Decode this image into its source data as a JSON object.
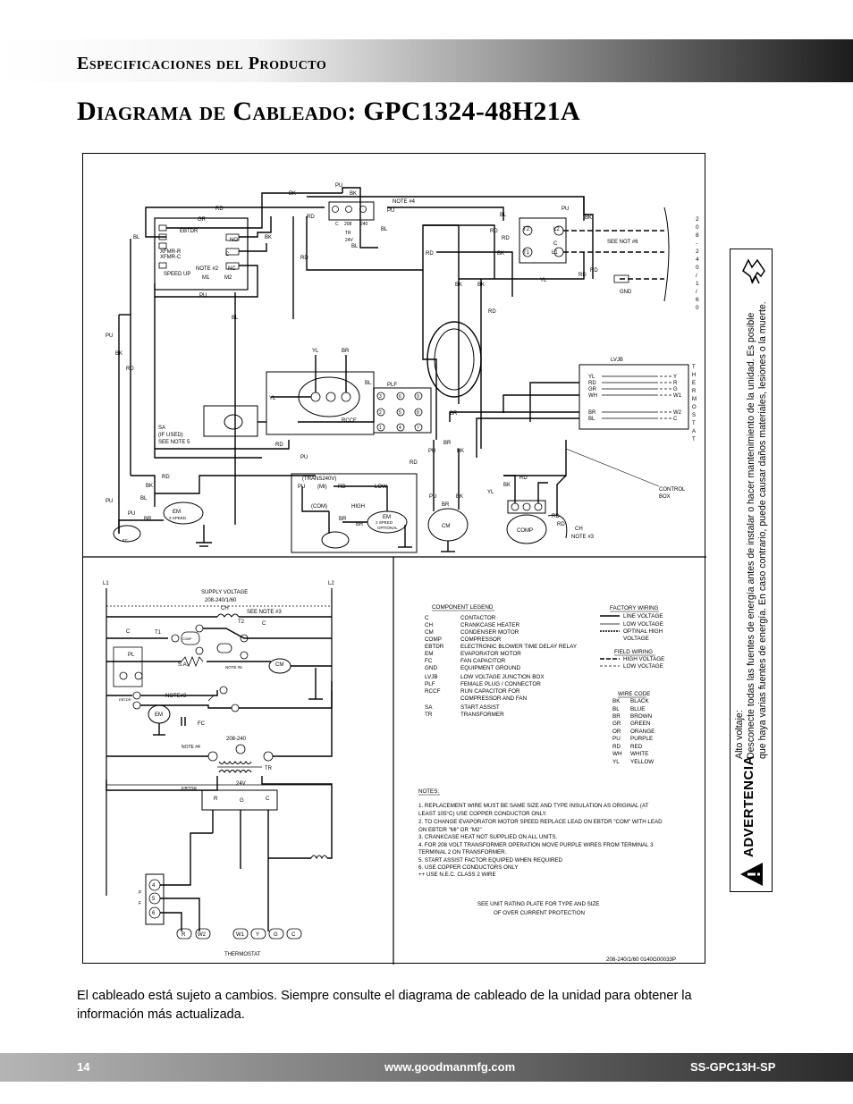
{
  "header": {
    "section_title": "Especificaciones del Producto",
    "page_title": "Diagrama de Cableado: GPC1324-48H21A"
  },
  "diagram": {
    "voltage_side": [
      "2",
      "0",
      "8",
      "-",
      "2",
      "4",
      "0",
      "/",
      "1",
      "/",
      "6",
      "0"
    ],
    "thermostat_side": [
      "T",
      "H",
      "E",
      "R",
      "M",
      "O",
      "S",
      "T",
      "A",
      "T"
    ],
    "labels": {
      "ebtdr": "EBTDR",
      "xfmr_r": "XFMR-R",
      "xfmr_c": "XFMR-C",
      "speed_up": "SPEED UP",
      "note2": "NOTE #2",
      "note4": "NOTE #4",
      "see_not6": "SEE NOT #6",
      "gnd": "GND",
      "lvjb": "LVJB",
      "plf": "PLF",
      "rccf": "RCCF",
      "sa": "SA",
      "if_used": "(IF USED)",
      "see_note5": "SEE NOTE 5",
      "trans240": "(TRANS240V)",
      "mi": "(MI)",
      "com": "(COM)",
      "high": "HIGH",
      "low": "LOW",
      "em": "EM",
      "three_speed": "3 SPEED",
      "two_speed": "2 SPEED",
      "optional": "OPTIONAL",
      "fc": "FC",
      "cm": "CM",
      "comp": "COMP",
      "ch": "CH",
      "note3": "NOTE #3",
      "control": "CONTROL",
      "box": "BOX",
      "tr": "TR",
      "v24": "24V",
      "v208": "208",
      "v240": "240",
      "no": "NO",
      "nc": "NC",
      "m1": "M1",
      "m2": "M2",
      "t1": "T1",
      "t2": "T2",
      "l1": "L1",
      "l2": "L2",
      "c": "C"
    },
    "wire_colors": {
      "pu": "PU",
      "bk": "BK",
      "rd": "RD",
      "gr": "GR",
      "bl": "BL",
      "br": "BR",
      "yl": "YL",
      "wh": "WH"
    },
    "terminals": [
      "Y",
      "R",
      "G",
      "W1",
      "W2",
      "C"
    ],
    "lvjb_wires": [
      "YL",
      "RD",
      "GR",
      "WH",
      "BR",
      "BL"
    ],
    "plf_pins": [
      "3",
      "6",
      "9",
      "2",
      "5",
      "8",
      "1",
      "4",
      "7"
    ],
    "ladder": {
      "l1": "L1",
      "l2": "L2",
      "supply_voltage": "SUPPLY VOLTAGE",
      "supply_spec": "208-240/1/60",
      "ch": "CH",
      "see_note3": "SEE NOTE #3",
      "t1": "T1",
      "t2": "T2",
      "c": "C",
      "pl": "PL",
      "sa": "S.A.",
      "note5": "NOTE #5",
      "cm": "CM",
      "note2": "NOTE#2",
      "ebtdr": "EBTDR",
      "em": "EM",
      "fc": "FC",
      "v208_240": "208-240",
      "note4": "NOTE #4",
      "tr": "TR",
      "v24": "24V",
      "r": "R",
      "g": "G",
      "thermostat": "THERMOSTAT",
      "pf": "P\nF",
      "pins": [
        "4",
        "5",
        "6"
      ],
      "stat_terms": [
        "R",
        "W2",
        "W1",
        "Y",
        "G",
        "C"
      ]
    },
    "legend": {
      "title": "COMPONENT LEGEND",
      "items": [
        [
          "C",
          "CONTACTOR"
        ],
        [
          "CH",
          "CRANKCASE HEATER"
        ],
        [
          "CM",
          "CONDENSER MOTOR"
        ],
        [
          "COMP",
          "COMPRESSOR"
        ],
        [
          "EBTDR",
          "ELECTRONIC BLOWER TIME DELAY RELAY"
        ],
        [
          "EM",
          "EVAPORATOR MOTOR"
        ],
        [
          "FC",
          "FAN CAPACITOR"
        ],
        [
          "GND",
          "EQUIPMENT GROUND"
        ],
        [
          "LVJB",
          "LOW VOLTAGE JUNCTION BOX"
        ],
        [
          "PLF",
          "FEMALE PLUG / CONNECTOR"
        ],
        [
          "RCCF",
          "RUN CAPACITOR FOR"
        ],
        [
          "",
          "COMPRESSOR AND FAN"
        ],
        [
          "SA",
          "START ASSIST"
        ],
        [
          "TR",
          "TRANSFORMER"
        ]
      ]
    },
    "wiring_legend": {
      "factory": "FACTORY WIRING",
      "factory_items": [
        "LINE VOLTAGE",
        "LOW VOLTAGE",
        "OPTINAL HIGH",
        "VOLTAGE"
      ],
      "field": "FIELD WIRING",
      "field_items": [
        "HIGH VOLTAGE",
        "LOW VOLTAGE"
      ]
    },
    "wire_code": {
      "title": "WIRE CODE",
      "items": [
        [
          "BK",
          "BLACK"
        ],
        [
          "BL",
          "BLUE"
        ],
        [
          "BR",
          "BROWN"
        ],
        [
          "GR",
          "GREEN"
        ],
        [
          "OR",
          "ORANGE"
        ],
        [
          "PU",
          "PURPLE"
        ],
        [
          "RD",
          "RED"
        ],
        [
          "WH",
          "WHITE"
        ],
        [
          "YL",
          "YELLOW"
        ]
      ]
    },
    "notes": {
      "title": "NOTES:",
      "lines": [
        "1.   REPLACEMENT WIRE MUST BE SAME SIZE AND TYPE INSULATION AS ORIGINAL (AT",
        "       LEAST 105°C) USE COPPER CONDUCTOR ONLY.",
        "2.   TO CHANGE EVAPORATOR MOTOR SPEED REPLACE LEAD ON EBTDR \"COM\" WITH LEAD",
        "       ON EBTDR \"MI\" OR \"M2\"",
        "3.   CRANKCASE HEAT NOT SUPPLIED ON ALL UNITS.",
        "4.   FOR 208 VOLT TRANSFORMER OPERATION MOVE PURPLE WIRES FROM TERMINAL 3",
        "       TERMINAL 2 ON TRANSFORMER.",
        "5.   START ASSIST FACTOR EQUIPED WHEN REQUIRED",
        "6.   USE COPPER CONDUCTORS ONLY",
        "++   USE N.E.C. CLASS 2 WIRE"
      ]
    },
    "rating_note": [
      "SEE UNIT RATING PLATE FOR TYPE AND SIZE",
      "OF OVER CURRENT PROTECTION"
    ],
    "doc_id": "208-240/1/60   0140G00033P"
  },
  "warning": {
    "label": "ADVERTENCIA",
    "heading": "Alto voltaje:",
    "line1": "Desconecte todas las fuentes de energía antes de instalar o hacer mantenimiento de la unidad. Es posible",
    "line2": "que haya varias fuentes de energía. En caso contrario, puede causar daños materiales, lesiones o la muerte."
  },
  "caption": "El cableado está sujeto a cambios. Siempre consulte el diagrama de cableado de la unidad para obtener la información más actualizada.",
  "footer": {
    "page_number": "14",
    "url": "www.goodmanmfg.com",
    "doc_code": "SS-GPC13H-SP"
  }
}
